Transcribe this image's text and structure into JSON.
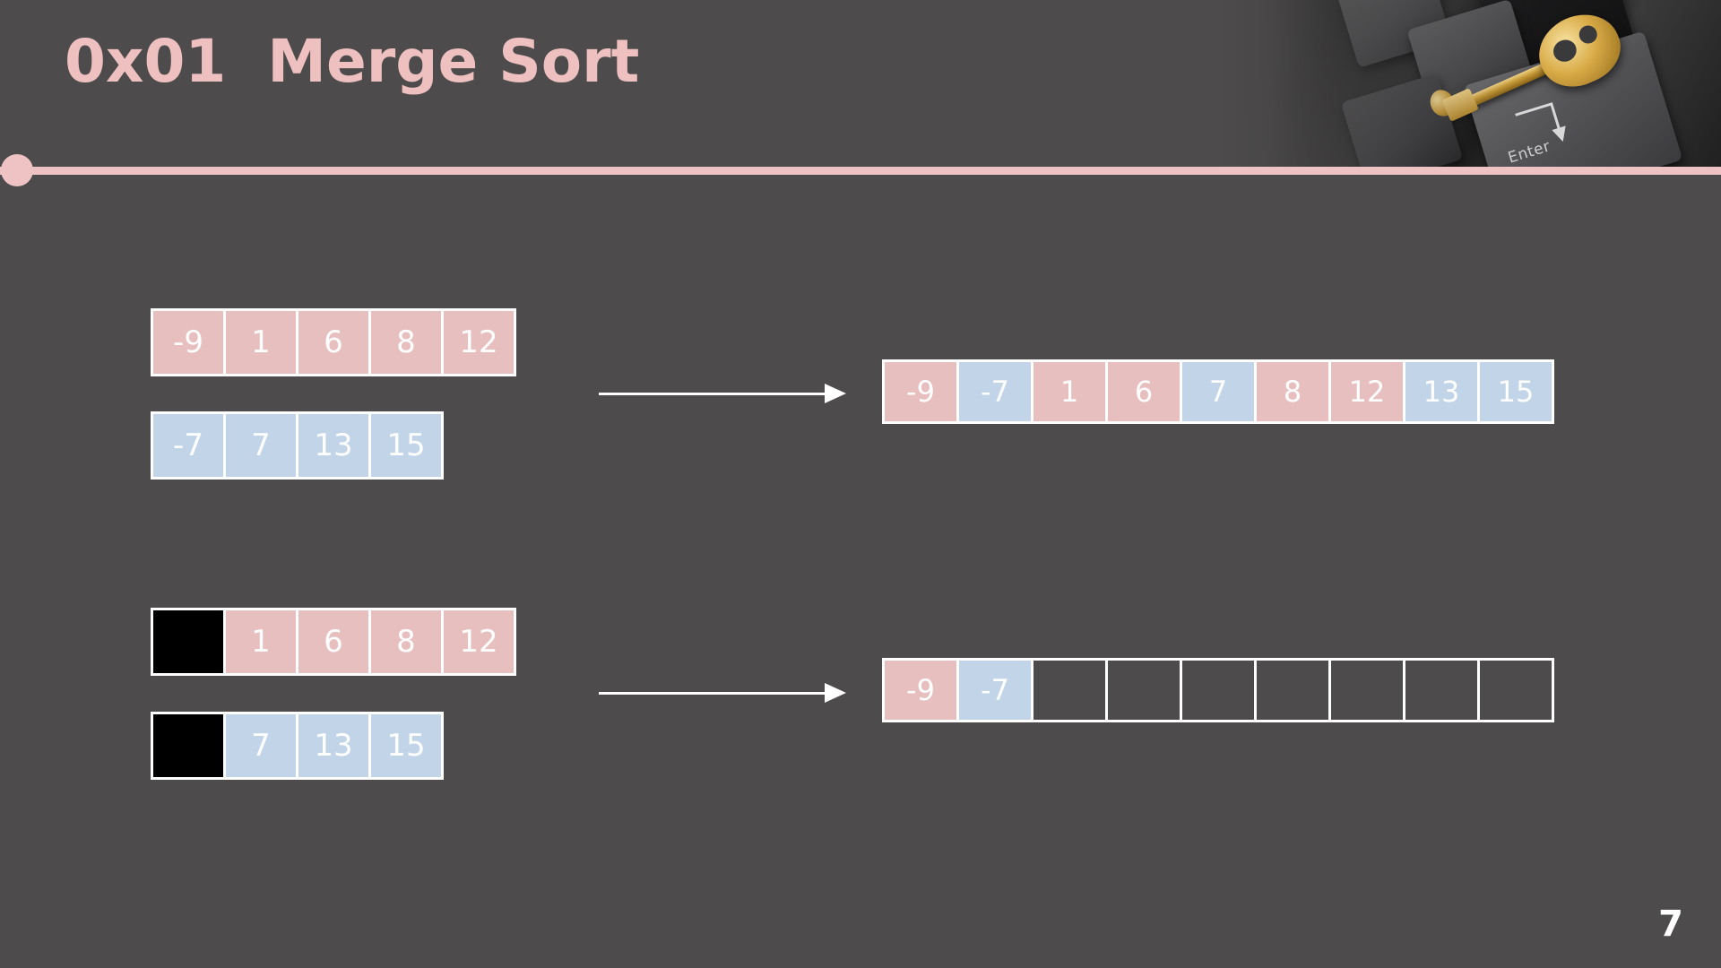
{
  "slide": {
    "title": "0x01  Merge Sort",
    "page_number": "7",
    "background_color": "#4d4b4b",
    "accent_color": "#efc3c3",
    "pink_cell_color": "#e7bfbf",
    "blue_cell_color": "#c1d4e8",
    "border_color": "#ffffff",
    "consumed_cell_color": "#000000"
  },
  "header": {
    "photo_alt": "keyboard-with-golden-key",
    "enter_key_label": "Enter"
  },
  "diagram": {
    "step_top": {
      "inputs": [
        {
          "name": "left-run-pink",
          "color": "pink",
          "cells": [
            {
              "value": "-9",
              "state": "pink"
            },
            {
              "value": "1",
              "state": "pink"
            },
            {
              "value": "6",
              "state": "pink"
            },
            {
              "value": "8",
              "state": "pink"
            },
            {
              "value": "12",
              "state": "pink"
            }
          ]
        },
        {
          "name": "right-run-blue",
          "color": "blue",
          "cells": [
            {
              "value": "-7",
              "state": "blue"
            },
            {
              "value": "7",
              "state": "blue"
            },
            {
              "value": "13",
              "state": "blue"
            },
            {
              "value": "15",
              "state": "blue"
            }
          ]
        }
      ],
      "arrow": "arrow-right",
      "output": {
        "name": "merged-result",
        "cells": [
          {
            "value": "-9",
            "state": "pink"
          },
          {
            "value": "-7",
            "state": "blue"
          },
          {
            "value": "1",
            "state": "pink"
          },
          {
            "value": "6",
            "state": "pink"
          },
          {
            "value": "7",
            "state": "blue"
          },
          {
            "value": "8",
            "state": "pink"
          },
          {
            "value": "12",
            "state": "pink"
          },
          {
            "value": "13",
            "state": "blue"
          },
          {
            "value": "15",
            "state": "blue"
          }
        ]
      }
    },
    "step_bottom": {
      "inputs": [
        {
          "name": "left-run-pink-consumed",
          "color": "pink",
          "cells": [
            {
              "value": "",
              "state": "black"
            },
            {
              "value": "1",
              "state": "pink"
            },
            {
              "value": "6",
              "state": "pink"
            },
            {
              "value": "8",
              "state": "pink"
            },
            {
              "value": "12",
              "state": "pink"
            }
          ]
        },
        {
          "name": "right-run-blue-consumed",
          "color": "blue",
          "cells": [
            {
              "value": "",
              "state": "black"
            },
            {
              "value": "7",
              "state": "blue"
            },
            {
              "value": "13",
              "state": "blue"
            },
            {
              "value": "15",
              "state": "blue"
            }
          ]
        }
      ],
      "arrow": "arrow-right",
      "output": {
        "name": "merge-buffer-partial",
        "cells": [
          {
            "value": "-9",
            "state": "pink"
          },
          {
            "value": "-7",
            "state": "blue"
          },
          {
            "value": "",
            "state": "empty"
          },
          {
            "value": "",
            "state": "empty"
          },
          {
            "value": "",
            "state": "empty"
          },
          {
            "value": "",
            "state": "empty"
          },
          {
            "value": "",
            "state": "empty"
          },
          {
            "value": "",
            "state": "empty"
          },
          {
            "value": "",
            "state": "empty"
          }
        ]
      }
    }
  }
}
